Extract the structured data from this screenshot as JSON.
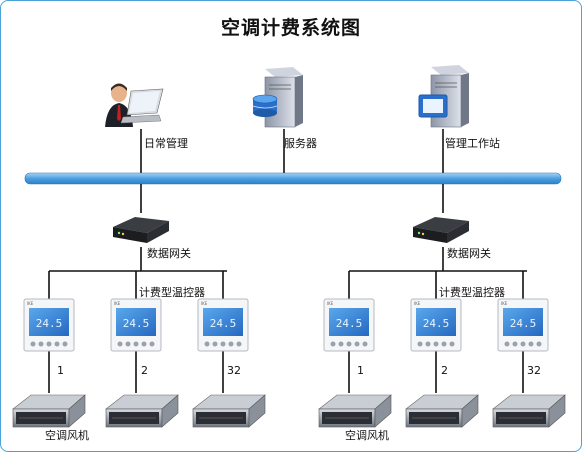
{
  "title": "空调计费系统图",
  "top_devices": {
    "office_label": "日常管理",
    "server_label": "服务器",
    "workstation_label": "管理工作站"
  },
  "groups": [
    {
      "gateway_label": "数据网关",
      "controller_label": "计费型温控器",
      "unit_label": "空调风机",
      "thermostat_reading": "24.5",
      "units": [
        "1",
        "2",
        "32"
      ]
    },
    {
      "gateway_label": "数据网关",
      "controller_label": "计费型温控器",
      "unit_label": "空调风机",
      "thermostat_reading": "24.5",
      "units": [
        "1",
        "2",
        "32"
      ]
    }
  ],
  "colors": {
    "bus": "#4b9fe0",
    "wire": "#111111",
    "thermostat_screen": "#3a86d8"
  }
}
